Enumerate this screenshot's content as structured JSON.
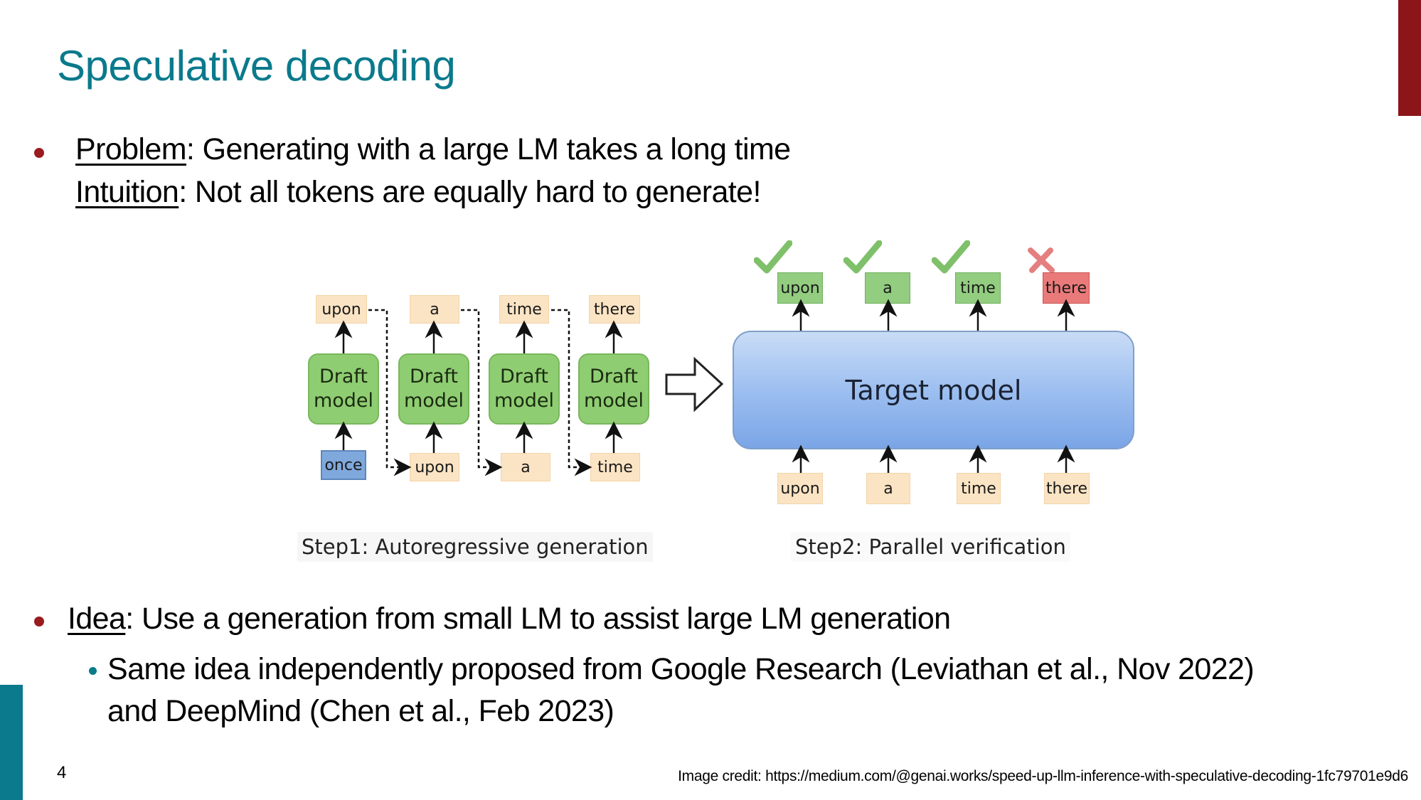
{
  "slide": {
    "title": "Speculative decoding",
    "page_number": "4",
    "accent_color": "#0a7a8c",
    "bar_color": "#8b1518"
  },
  "bullets": [
    {
      "lines": [
        {
          "label": "Problem",
          "text": ": Generating with a large LM takes a long time"
        },
        {
          "label": "Intuition",
          "text": ": Not all tokens are equally hard to generate!"
        }
      ]
    },
    {
      "label": "Idea",
      "text": ": Use a generation from small LM to assist large LM generation",
      "sub_bullets": [
        {
          "line1": "Same idea independently proposed from Google Research (Leviathan et al., Nov 2022)",
          "line2": "and DeepMind (Chen et al., Feb 2023)"
        }
      ]
    }
  ],
  "diagram": {
    "step1": {
      "caption": "Step1: Autoregressive generation",
      "draft_label_line1": "Draft",
      "draft_label_line2": "model",
      "outputs": [
        "upon",
        "a",
        "time",
        "there"
      ],
      "inputs": [
        "once",
        "upon",
        "a",
        "time"
      ]
    },
    "step2": {
      "caption": "Step2: Parallel verification",
      "model_label": "Target model",
      "inputs": [
        "upon",
        "a",
        "time",
        "there"
      ],
      "outputs": [
        {
          "token": "upon",
          "status": "accepted",
          "mark": "check-icon"
        },
        {
          "token": "a",
          "status": "accepted",
          "mark": "check-icon"
        },
        {
          "token": "time",
          "status": "accepted",
          "mark": "check-icon"
        },
        {
          "token": "there",
          "status": "rejected",
          "mark": "cross-icon"
        }
      ]
    }
  },
  "credit": "Image credit: https://medium.com/@genai.works/speed-up-llm-inference-with-speculative-decoding-1fc79701e9d6"
}
